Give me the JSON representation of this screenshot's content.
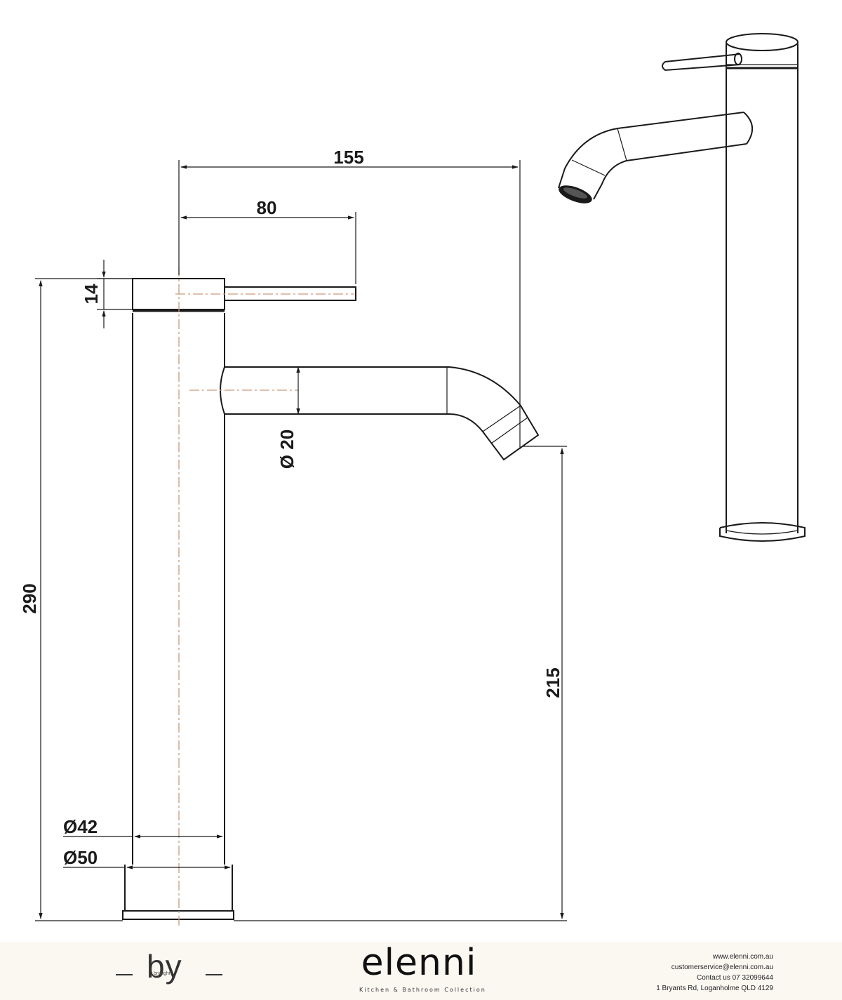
{
  "dimensions": {
    "total_reach": "155",
    "handle_reach": "80",
    "handle_height": "14",
    "spout_diameter": "Ø 20",
    "total_height": "290",
    "spout_height": "215",
    "body_diameter": "Ø42",
    "base_diameter": "Ø50"
  },
  "footer": {
    "by_text": "by",
    "brought_text": "brought",
    "brand": "elenni",
    "tagline": "Kitchen & Bathroom Collection",
    "website": "www.elenni.com.au",
    "email": "customerservice@elenni.com.au",
    "phone": "Contact us 07 32099644",
    "address": "1 Bryants Rd, Loganholme QLD 4129"
  },
  "colors": {
    "line": "#1a1a1a",
    "centerline": "#c99a7a",
    "footer_bg": "#fbf8f2"
  }
}
